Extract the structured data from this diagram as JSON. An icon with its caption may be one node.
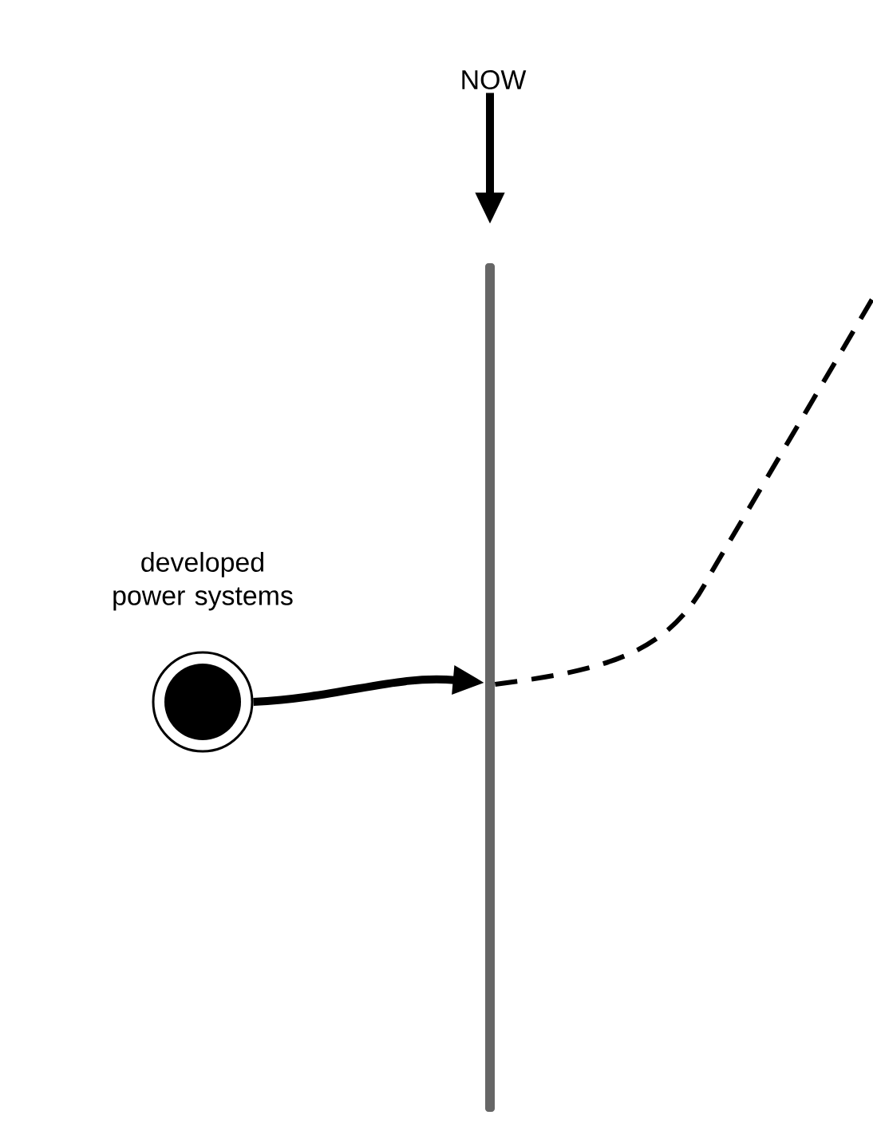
{
  "diagram": {
    "nodes": [
      {
        "text": [
          "NOW"
        ]
      },
      {
        "text": [],
        "shape": "bar"
      },
      {
        "text": [],
        "shape": "circle",
        "beside": [
          "developed power systems"
        ]
      }
    ],
    "edges": [
      {
        "from": 0,
        "to": 1,
        "arrow": "to"
      },
      {
        "from": 2,
        "to": 1,
        "arrow": "to"
      },
      {
        "from": 1,
        "to": null,
        "arrow": "none",
        "style": "dashed"
      }
    ]
  }
}
